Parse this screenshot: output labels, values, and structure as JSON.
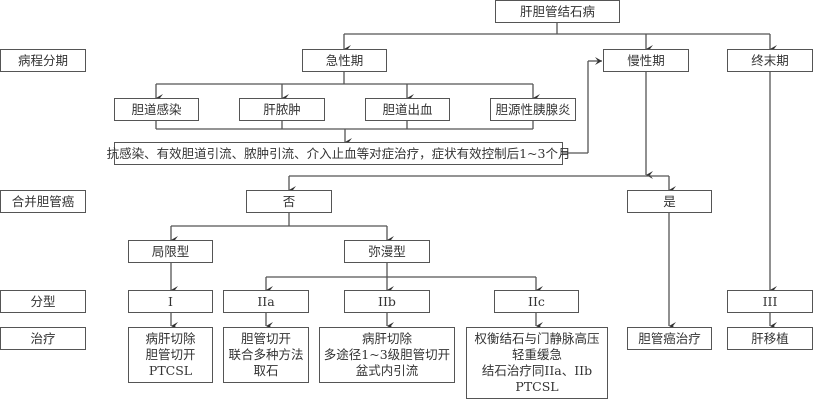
{
  "root": "肝胆管结石病",
  "row_labels": {
    "stage": "病程分期",
    "cancer": "合并胆管癌",
    "type": "分型",
    "treatment": "治疗"
  },
  "stages": {
    "acute": "急性期",
    "chronic": "慢性期",
    "terminal": "终末期"
  },
  "acute_conditions": [
    "胆道感染",
    "肝脓肿",
    "胆道出血",
    "胆源性胰腺炎"
  ],
  "acute_treatment": "抗感染、有效胆道引流、脓肿引流、介入止血等对症治疗，症状有效控制后1~3个月",
  "cancer_answers": {
    "no": "否",
    "yes": "是"
  },
  "distribution": {
    "localized": "局限型",
    "diffuse": "弥漫型"
  },
  "types": {
    "I": "I",
    "IIa": "IIa",
    "IIb": "IIb",
    "IIc": "IIc",
    "III": "III"
  },
  "treatments": {
    "I": [
      "病肝切除",
      "胆管切开",
      "PTCSL"
    ],
    "IIa": [
      "胆管切开",
      "联合多种方法",
      "取石"
    ],
    "IIb": [
      "病肝切除",
      "多途径1~3级胆管切开",
      "盆式内引流"
    ],
    "IIc": [
      "权衡结石与门静脉高压",
      "轻重缓急",
      "结石治疗同IIa、IIb",
      "PTCSL"
    ],
    "cancer": "胆管癌治疗",
    "III": "肝移植"
  }
}
